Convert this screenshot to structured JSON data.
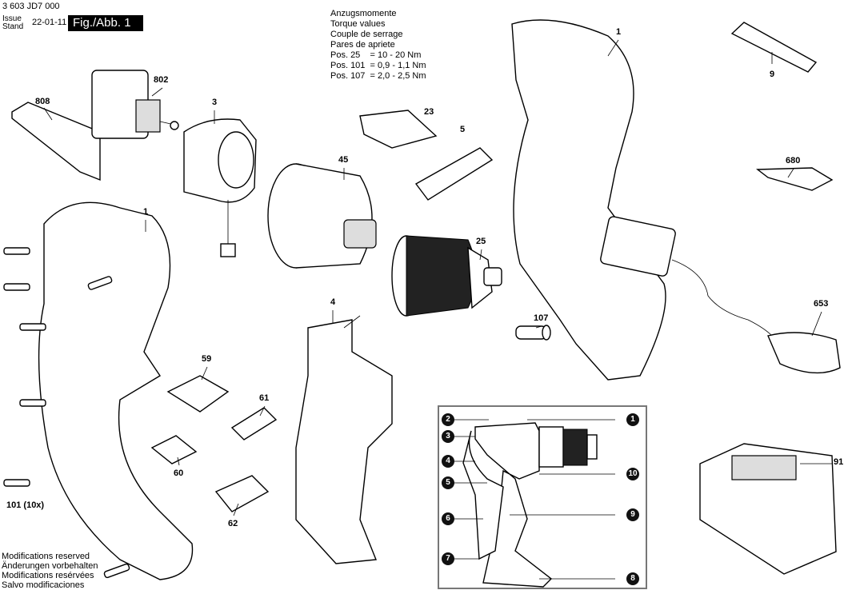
{
  "header": {
    "doc_number": "3 603 JD7 000",
    "issue_label": "Issue",
    "stand_label": "Stand",
    "date": "22-01-11",
    "figure": "Fig./Abb. 1"
  },
  "torque": {
    "lines": [
      "Anzugsmomente",
      "Torque values",
      "Couple de serrage",
      "Pares de apriete",
      "Pos. 25    = 10 - 20 Nm",
      "Pos. 101  = 0,9 - 1,1 Nm",
      "Pos. 107  = 2,0 - 2,5 Nm"
    ]
  },
  "footer": {
    "lines": [
      "Modifications reserved",
      "Änderungen vorbehalten",
      "Modifications resérvées",
      "Salvo modificaciones"
    ]
  },
  "parts": [
    {
      "id": "808"
    },
    {
      "id": "802"
    },
    {
      "id": "3"
    },
    {
      "id": "45"
    },
    {
      "id": "23"
    },
    {
      "id": "5"
    },
    {
      "id": "1"
    },
    {
      "id": "9"
    },
    {
      "id": "680"
    },
    {
      "id": "25"
    },
    {
      "id": "107"
    },
    {
      "id": "653"
    },
    {
      "id": "91"
    },
    {
      "id": "1"
    },
    {
      "id": "4"
    },
    {
      "id": "59"
    },
    {
      "id": "61"
    },
    {
      "id": "60"
    },
    {
      "id": "62"
    },
    {
      "id": "101 (10x)"
    }
  ],
  "inset": {
    "callouts": [
      "1",
      "2",
      "3",
      "4",
      "5",
      "6",
      "7",
      "8",
      "9",
      "10"
    ]
  }
}
